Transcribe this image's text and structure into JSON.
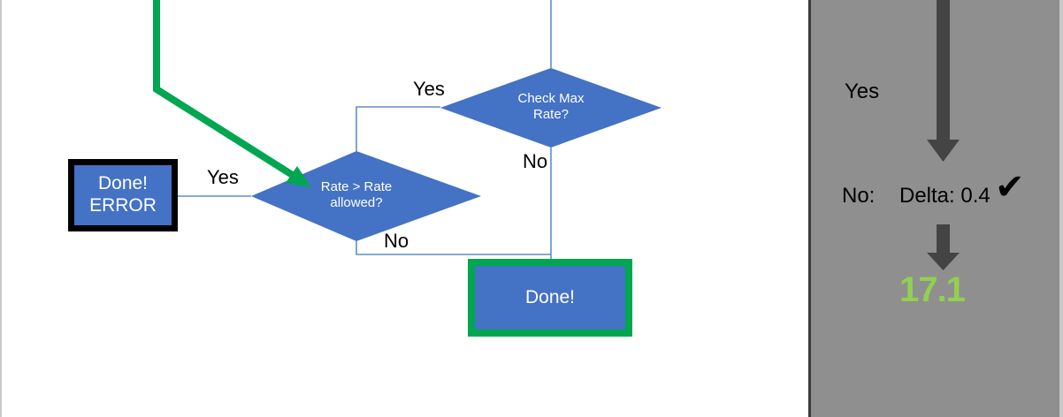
{
  "canvas": {
    "background_color": "#ffffff",
    "accent_blue": "#4472c4",
    "accent_green": "#00a650",
    "connector_blue": "#5b8fc9",
    "outline_black": "#000000"
  },
  "flowchart": {
    "nodes": [
      {
        "id": "check-max-rate",
        "shape": "diamond",
        "label": "Check Max\nRate?",
        "fill": "#4472c4",
        "text_color": "#ffffff"
      },
      {
        "id": "rate-gt-rate-allowed",
        "shape": "diamond",
        "label": "Rate > Rate\nallowed?",
        "fill": "#4472c4",
        "text_color": "#ffffff"
      },
      {
        "id": "done-error",
        "shape": "rectangle",
        "label": "Done!\nERROR",
        "fill": "#4472c4",
        "border_color": "#000000",
        "text_color": "#ffffff"
      },
      {
        "id": "done",
        "shape": "rectangle",
        "label": "Done!",
        "fill": "#4472c4",
        "border_color": "#00a650",
        "text_color": "#ffffff"
      }
    ],
    "edge_labels": [
      {
        "id": "yes-check-max-rate",
        "text": "Yes"
      },
      {
        "id": "no-check-max-rate",
        "text": "No"
      },
      {
        "id": "yes-rate-allowed",
        "text": "Yes"
      },
      {
        "id": "no-rate-allowed",
        "text": "No"
      }
    ],
    "highlight_path": {
      "color": "#00a650",
      "description": "green-highlighted-arrow-into-rate-gt-rate-allowed"
    }
  },
  "panel": {
    "background_color": "#8f8f8f",
    "arrow_color": "#444444",
    "yes_label": "Yes",
    "no_label": "No:",
    "delta_label": "Delta: 0.4",
    "check_mark": "✔",
    "result_value": "17.1",
    "result_color": "#92d050"
  }
}
